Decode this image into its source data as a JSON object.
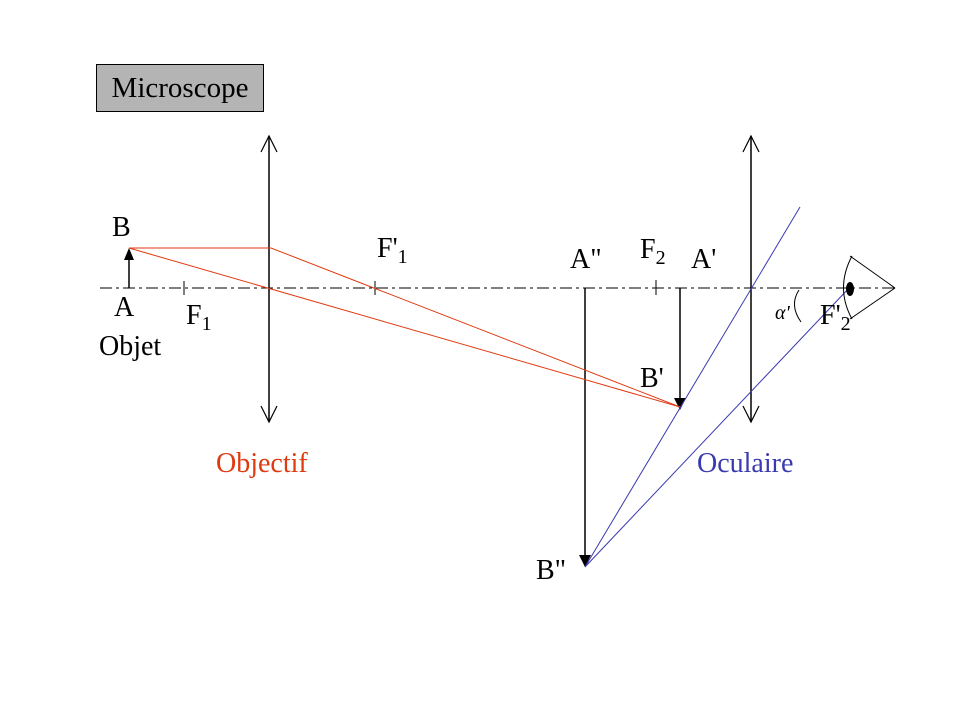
{
  "title": "Microscope",
  "colors": {
    "objectif": "#e03a10",
    "oculaire": "#3a3ab0",
    "axis": "#000000",
    "title_bg": "#b4b4b4"
  },
  "labels": {
    "B": "B",
    "A": "A",
    "objet": "Objet",
    "F1": "F",
    "F1_sub": "1",
    "Fp1": "F'",
    "Fp1_sub": "1",
    "App": "A\"",
    "F2": "F",
    "F2_sub": "2",
    "Ap": "A'",
    "Bp": "B'",
    "Bpp": "B\"",
    "alpha": "α'",
    "Fp2": "F'",
    "Fp2_sub": "2",
    "objectif": "Objectif",
    "oculaire": "Oculaire"
  }
}
